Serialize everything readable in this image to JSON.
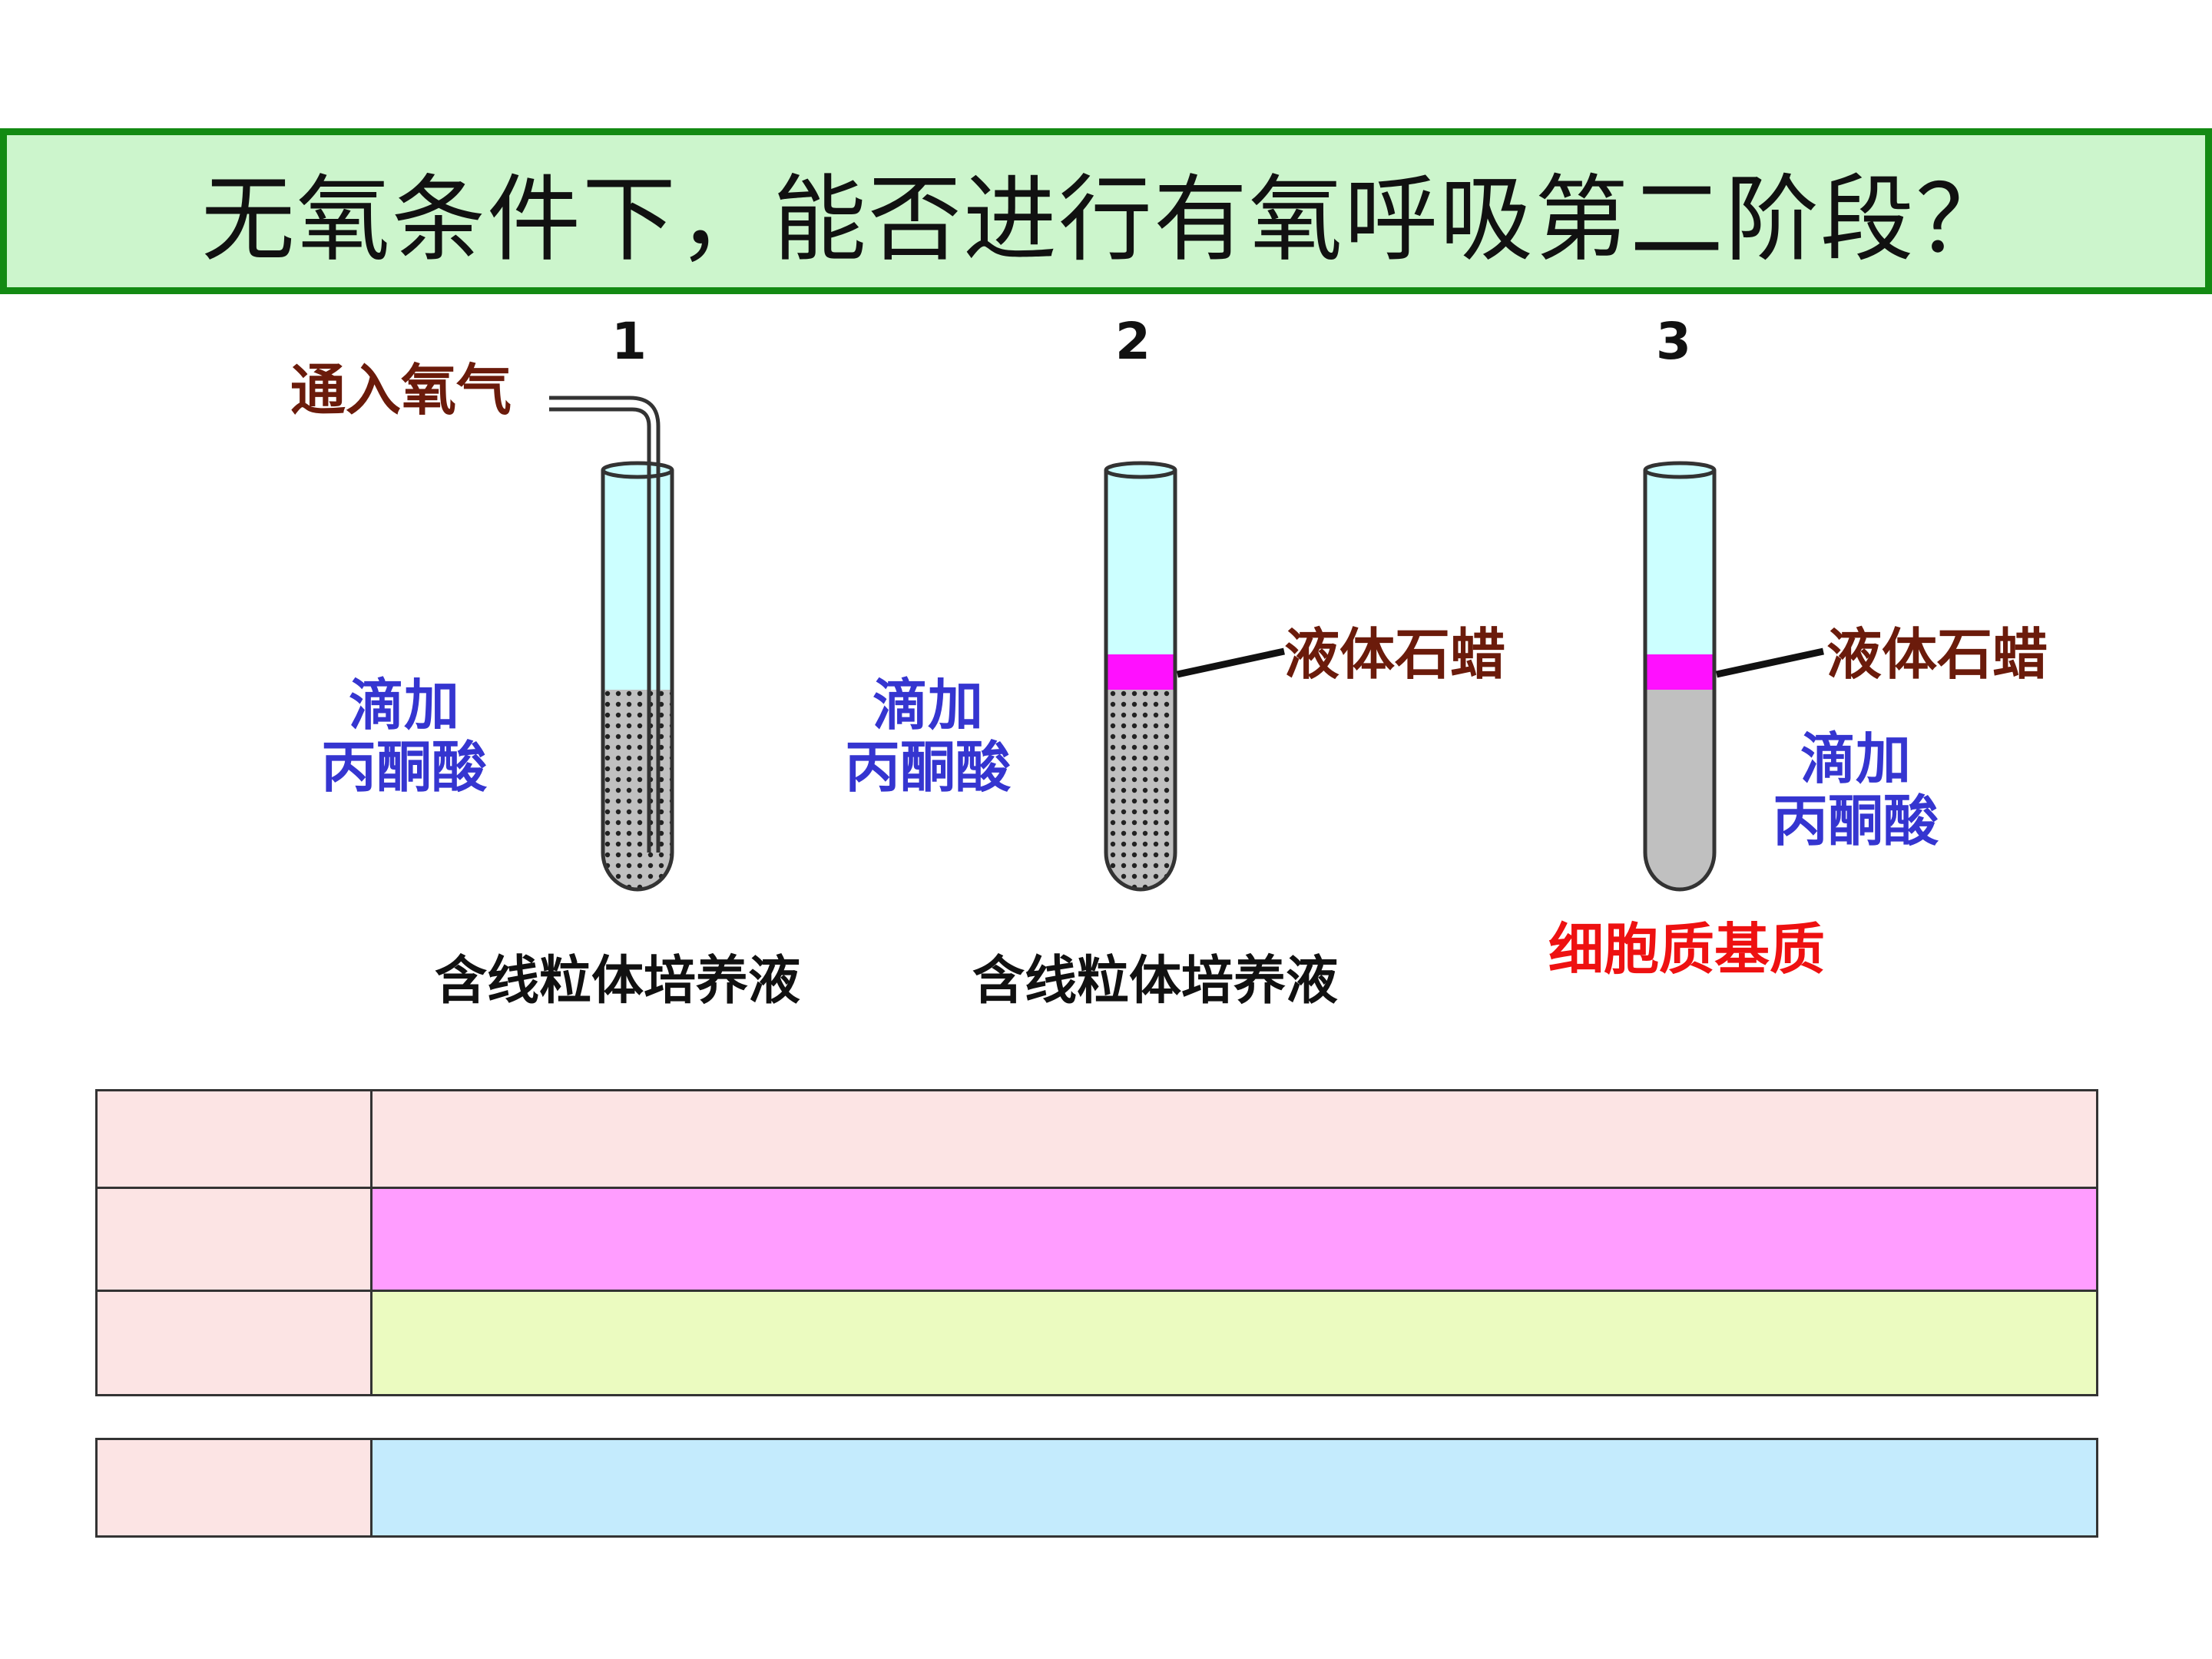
{
  "title": "无氧条件下，能否进行有氧呼吸第二阶段？",
  "tubes": [
    {
      "number": "1",
      "top_label": "通入氧气",
      "side_label_line1": "滴加",
      "side_label_line2": "丙酮酸",
      "bottom_label": "含线粒体培养液"
    },
    {
      "number": "2",
      "wax_label": "液体石蜡",
      "side_label_line1": "滴加",
      "side_label_line2": "丙酮酸",
      "bottom_label": "含线粒体培养液"
    },
    {
      "number": "3",
      "wax_label": "液体石蜡",
      "side_label_line1": "滴加",
      "side_label_line2": "丙酮酸",
      "bottom_label": "细胞质基质"
    }
  ],
  "colors": {
    "banner_bg": "#ccf5cc",
    "banner_border": "#138a13",
    "tube_air": "#ccffff",
    "wax": "#ff10ff",
    "liquid": "#c0c0c0",
    "row1": "#fce4e4",
    "row2": "#ff9dff",
    "row3": "#ebfbc0",
    "row4": "#c4ebfd"
  }
}
